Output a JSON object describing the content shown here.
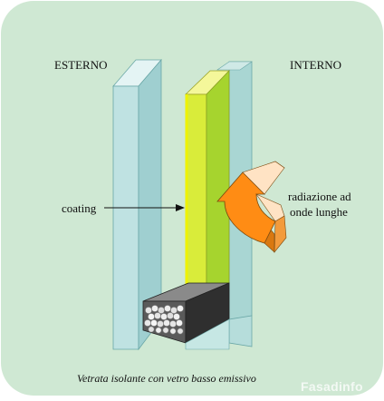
{
  "labels": {
    "esterno": "ESTERNO",
    "interno": "INTERNO",
    "coating": "coating",
    "radiation_line1": "radiazione ad",
    "radiation_line2": "onde lunghe",
    "caption": "Vetrata isolante con vetro basso emissivo"
  },
  "watermark": "Fasadinfo",
  "colors": {
    "background_panel": "#cfe8d3",
    "outer_glass": "#bfe2e2",
    "coated_glass": "#d9ec3a",
    "coating_edge": "#eef200",
    "spacer": "#3d3d3d",
    "arrow_orange": "#ff8c14",
    "arrow_light": "#ffe3c4"
  },
  "icons": {
    "radiation_arrow": "curved-arrow-icon"
  }
}
